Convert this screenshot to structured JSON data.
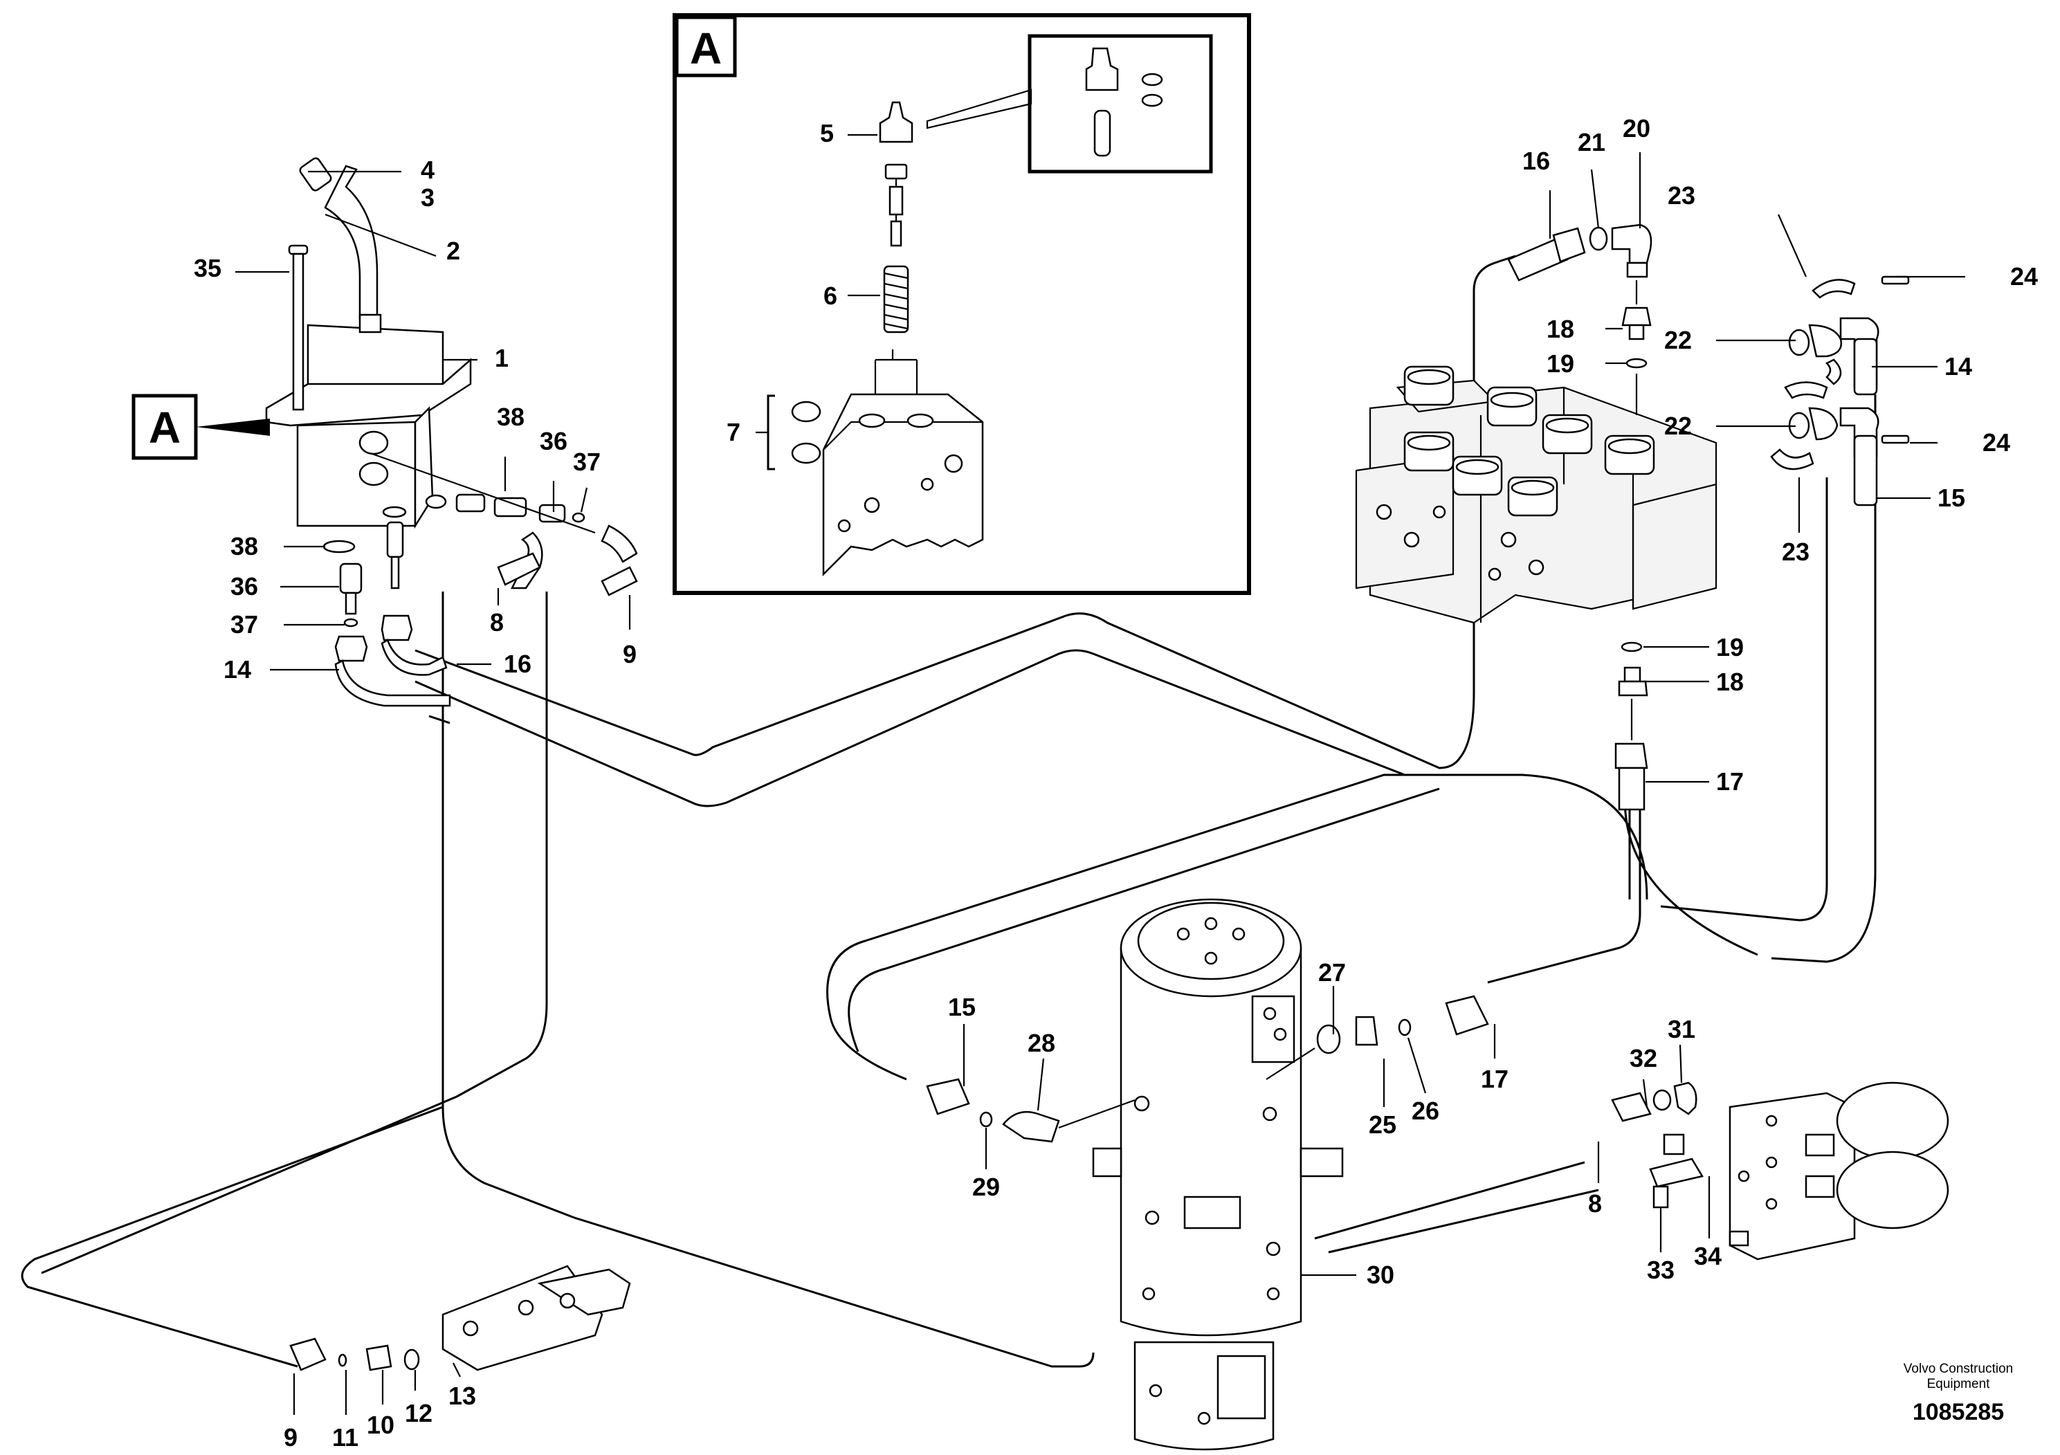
{
  "drawing": {
    "detail_callout": "A",
    "credit_line1": "Volvo Construction",
    "credit_line2": "Equipment",
    "drawing_number": "1085285"
  },
  "labels": {
    "l1": "1",
    "l2": "2",
    "l3": "3",
    "l4": "4",
    "l5": "5",
    "l6": "6",
    "l7": "7",
    "l8a": "8",
    "l8b": "8",
    "l9a": "9",
    "l9b": "9",
    "l10": "10",
    "l11": "11",
    "l12": "12",
    "l13": "13",
    "l14a": "14",
    "l14b": "14",
    "l15a": "15",
    "l15b": "15",
    "l16a": "16",
    "l16b": "16",
    "l17a": "17",
    "l17b": "17",
    "l18a": "18",
    "l18b": "18",
    "l19a": "19",
    "l19b": "19",
    "l20": "20",
    "l21": "21",
    "l22a": "22",
    "l22b": "22",
    "l23a": "23",
    "l23b": "23",
    "l24a": "24",
    "l24b": "24",
    "l25": "25",
    "l26": "26",
    "l27": "27",
    "l28": "28",
    "l29": "29",
    "l30": "30",
    "l31": "31",
    "l32": "32",
    "l33": "33",
    "l34": "34",
    "l35": "35",
    "l36a": "36",
    "l36b": "36",
    "l37a": "37",
    "l37b": "37",
    "l38a": "38",
    "l38b": "38"
  }
}
